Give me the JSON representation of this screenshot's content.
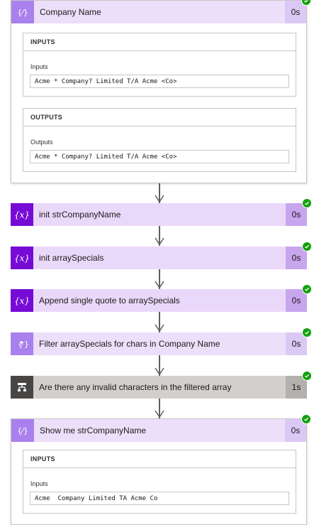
{
  "steps": {
    "company_name": {
      "title": "Company Name",
      "duration": "0s",
      "inputs": {
        "header": "INPUTS",
        "label": "Inputs",
        "value": "Acme * Company? Limited T/A Acme <Co>"
      },
      "outputs": {
        "header": "OUTPUTS",
        "label": "Outputs",
        "value": "Acme * Company? Limited T/A Acme <Co>"
      }
    },
    "init_str": {
      "title": "init strCompanyName",
      "duration": "0s"
    },
    "init_array": {
      "title": "init arraySpecials",
      "duration": "0s"
    },
    "append_quote": {
      "title": "Append single quote to arraySpecials",
      "duration": "0s"
    },
    "filter_array": {
      "title": "Filter arraySpecials for chars in Company Name",
      "duration": "0s"
    },
    "condition": {
      "title": "Are there any invalid characters in the filtered array",
      "duration": "1s"
    },
    "show_me": {
      "title": "Show me strCompanyName",
      "duration": "0s",
      "inputs": {
        "header": "INPUTS",
        "label": "Inputs",
        "value": "Acme  Company Limited TA Acme Co"
      }
    }
  },
  "colors": {
    "variable_icon": "#770bd6",
    "variable_header": "#ead8fa",
    "compose_icon": "#a980ed",
    "condition_icon": "#484644",
    "success": "#13a10e"
  },
  "icons": {
    "compose": "compose-icon",
    "variable": "variable-icon",
    "filter": "filter-array-icon",
    "condition": "condition-icon",
    "status": "success-check-icon"
  }
}
